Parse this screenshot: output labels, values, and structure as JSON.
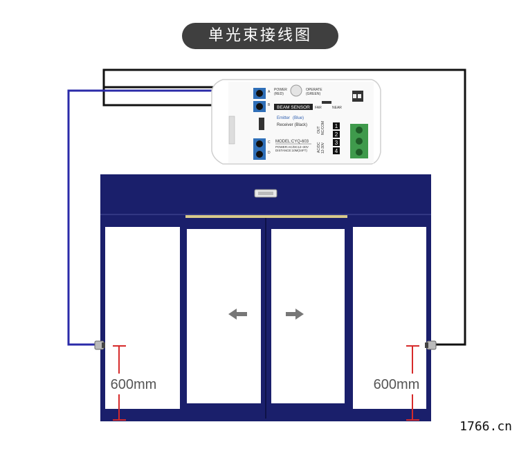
{
  "title": "单光束接线图",
  "sensor_box": {
    "power_label": "POWER",
    "power_color": "(RED)",
    "operate_label": "OPERATE",
    "operate_color": "(GREEN)",
    "brand": "BEAM SENSOR",
    "far": "FAR",
    "near": "NEAR",
    "emitter": "Emitter",
    "emitter_color": "(Blue)",
    "receiver": "Receiver (Black)",
    "model": "MODEL:CYQ-603",
    "power_spec": "POWER:AC/DC12~30V",
    "distance": "DISTANCE:10M(34FT)",
    "term_a": "A",
    "term_b": "B",
    "term_c": "C",
    "term_d": "D",
    "terminals": [
      "1",
      "2",
      "3",
      "4"
    ],
    "out_label": "OUT",
    "nc_com_label": "NC/COM",
    "acdc_label": "AC/DC",
    "v_label": "12-30V"
  },
  "height_left": "600mm",
  "height_right": "600mm",
  "watermark": "1766.cn",
  "colors": {
    "door_frame": "#1a1f6b",
    "emitter_wire": "#2a2aa8",
    "receiver_wire": "#111111",
    "marker": "#d62a2a",
    "title_bg": "#3f3f3f"
  }
}
